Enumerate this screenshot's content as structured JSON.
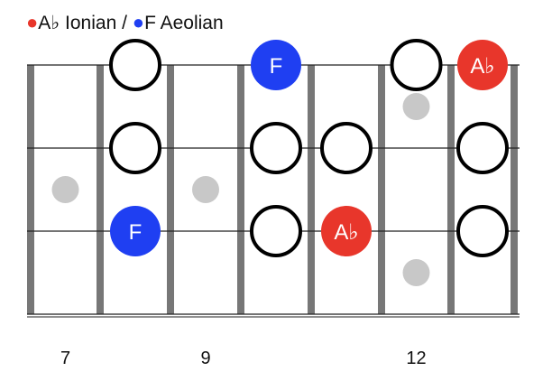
{
  "legend": {
    "red_bullet": "●",
    "red_text": "A♭ Ionian /",
    "blue_bullet": "●",
    "blue_text": "F Aeolian"
  },
  "colors": {
    "root_ab": "#e8362b",
    "root_f": "#1f3ff2",
    "fret": "#777777",
    "string": "#222222",
    "inlay": "#c8c8c8"
  },
  "fret_numbers": [
    {
      "label": "7",
      "fret": 7
    },
    {
      "label": "9",
      "fret": 9
    },
    {
      "label": "12",
      "fret": 12
    }
  ],
  "inlays": [
    {
      "fret": 7,
      "between_strings": [
        1,
        2
      ]
    },
    {
      "fret": 9,
      "between_strings": [
        1,
        2
      ]
    },
    {
      "fret": 12,
      "between_strings": [
        0,
        1
      ]
    },
    {
      "fret": 12,
      "between_strings": [
        2,
        3
      ]
    }
  ],
  "notes": [
    {
      "string": 0,
      "fret": 8,
      "type": "open"
    },
    {
      "string": 0,
      "fret": 10,
      "type": "root_f",
      "label": "F"
    },
    {
      "string": 0,
      "fret": 12,
      "type": "open"
    },
    {
      "string": 0,
      "fret": 13,
      "type": "root_ab",
      "label": "A♭"
    },
    {
      "string": 1,
      "fret": 8,
      "type": "open"
    },
    {
      "string": 1,
      "fret": 10,
      "type": "open"
    },
    {
      "string": 1,
      "fret": 11,
      "type": "open"
    },
    {
      "string": 1,
      "fret": 13,
      "type": "open"
    },
    {
      "string": 2,
      "fret": 8,
      "type": "root_f",
      "label": "F"
    },
    {
      "string": 2,
      "fret": 10,
      "type": "open"
    },
    {
      "string": 2,
      "fret": 11,
      "type": "root_ab",
      "label": "A♭"
    },
    {
      "string": 2,
      "fret": 13,
      "type": "open"
    }
  ]
}
